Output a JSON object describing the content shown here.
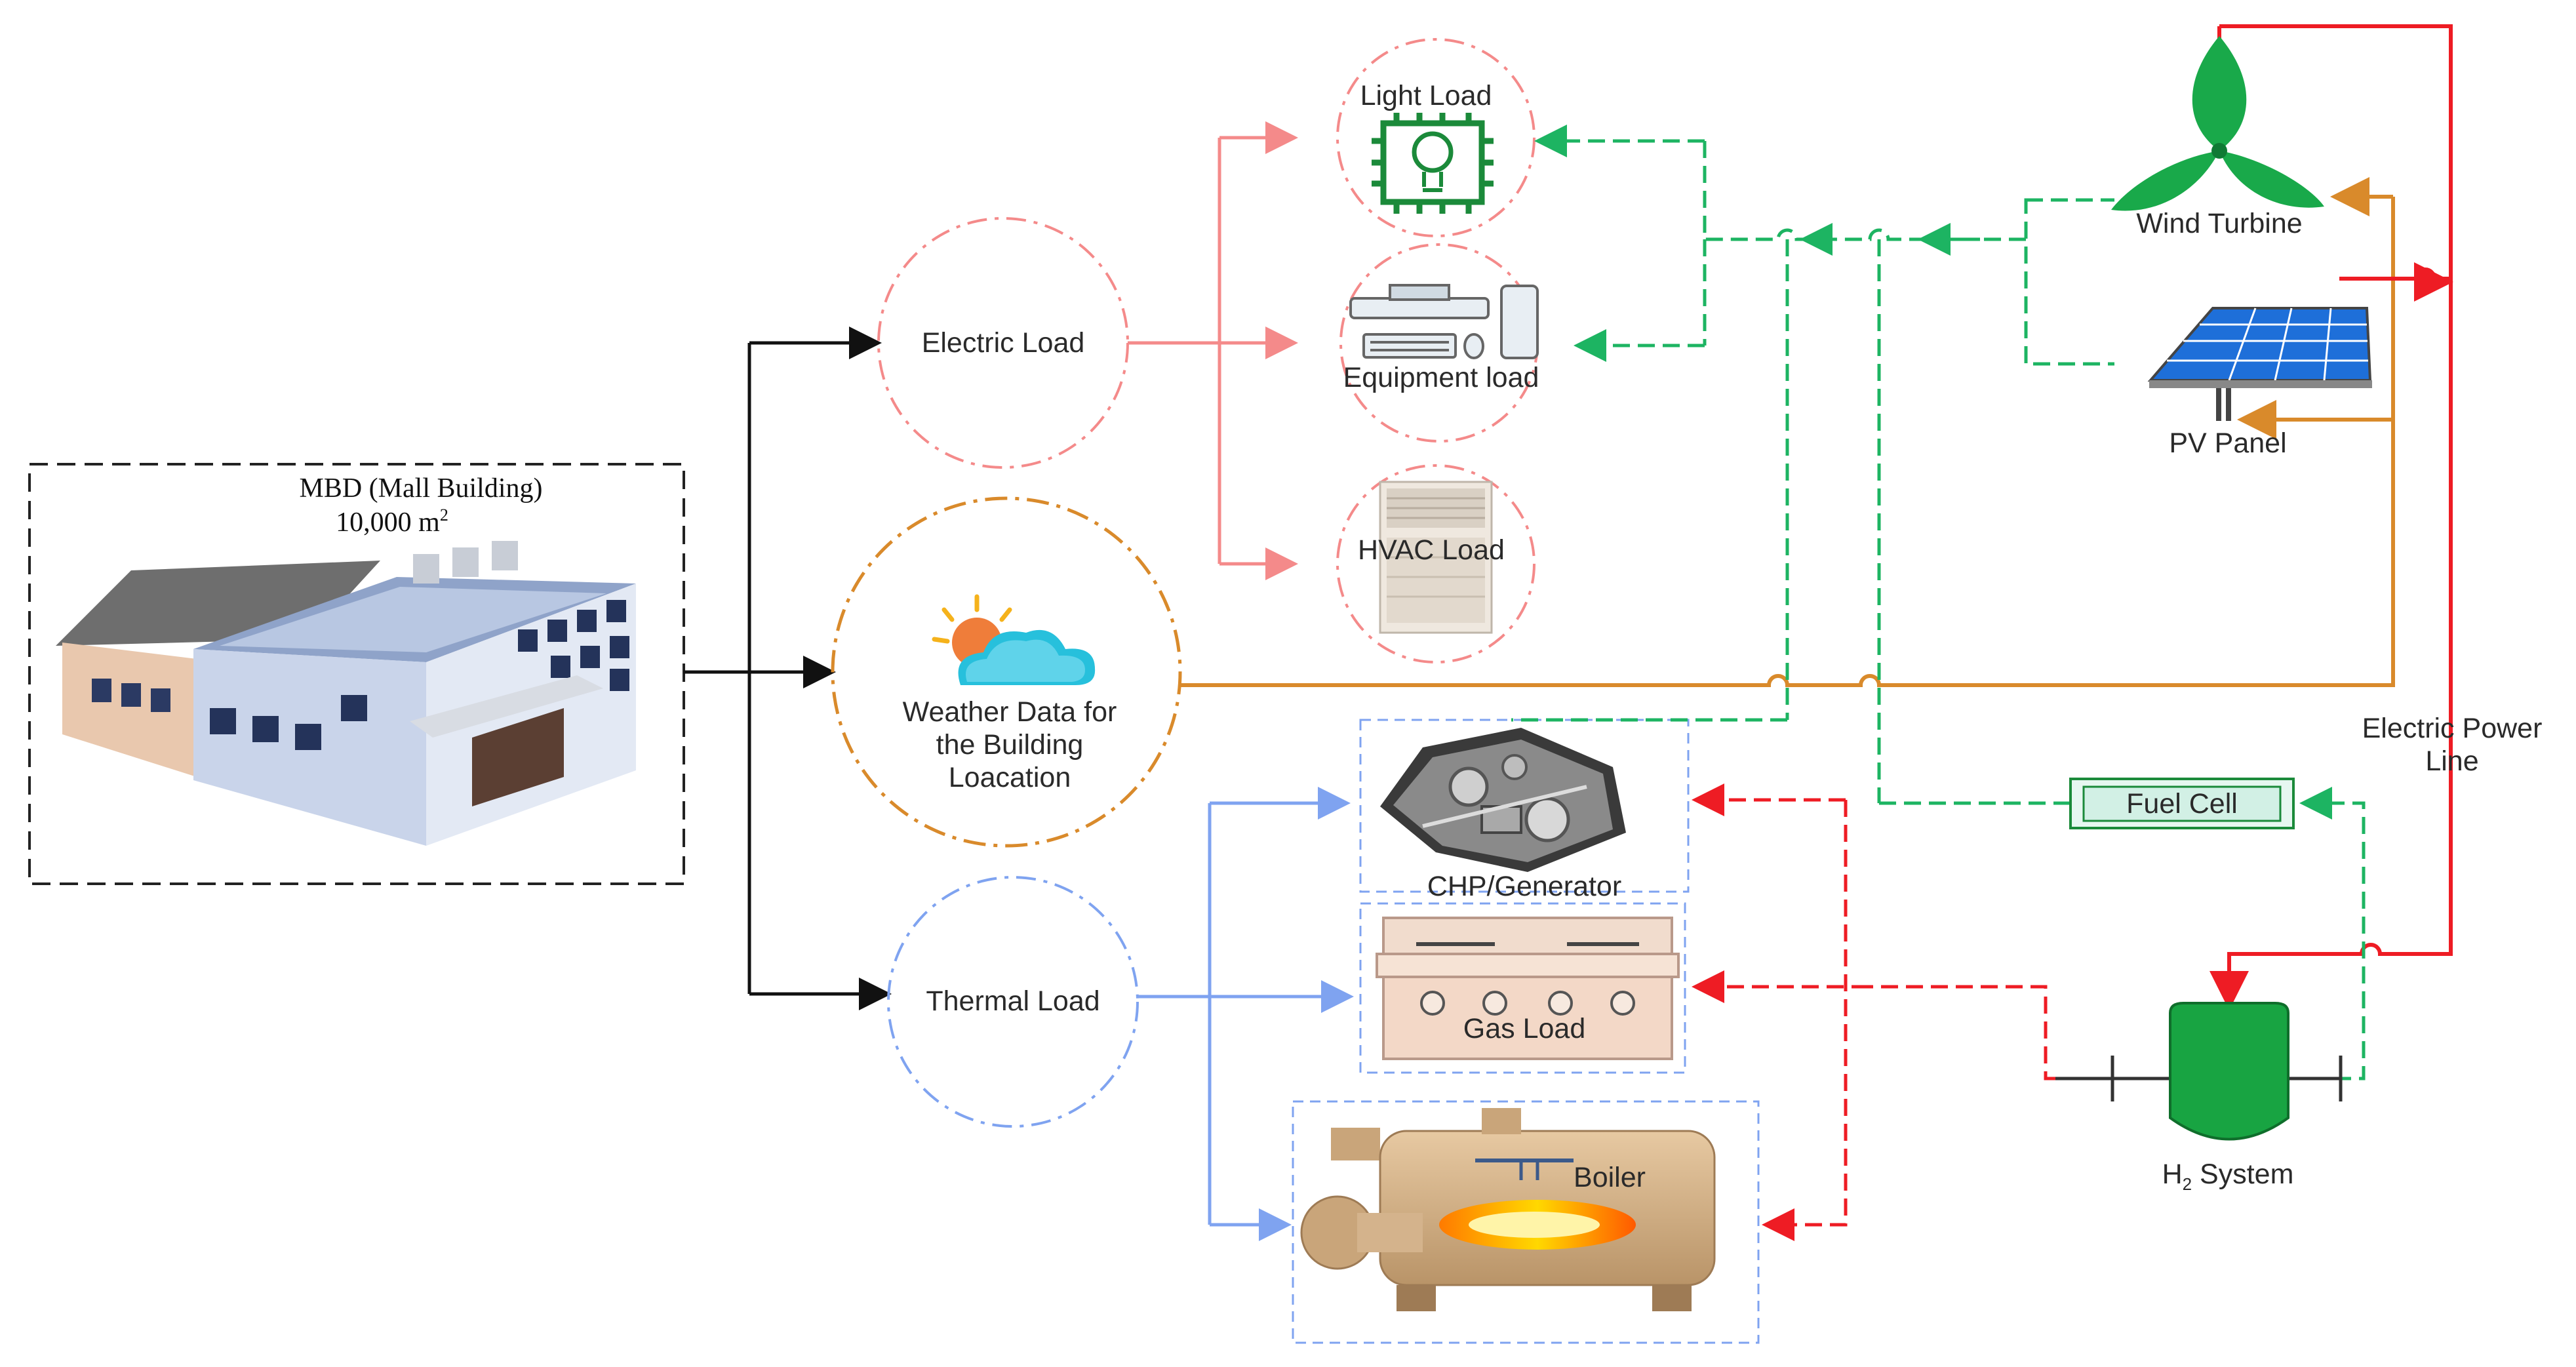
{
  "building": {
    "title": "MBD (Mall Building)",
    "area_number": "10,000 m",
    "area_exponent": "2"
  },
  "loads": {
    "electric": "Electric Load",
    "light": "Light Load",
    "equipment": "Equipment load",
    "hvac": "HVAC Load",
    "thermal": "Thermal Load",
    "chp": "CHP/Generator",
    "gas": "Gas Load",
    "boiler": "Boiler"
  },
  "weather": {
    "line1": "Weather Data for",
    "line2": "the Building",
    "line3": "Loacation"
  },
  "sources": {
    "wind": "Wind Turbine",
    "pv": "PV Panel",
    "fuel_cell": "Fuel Cell",
    "h2_prefix": "H",
    "h2_subscript": "2",
    "h2_suffix": " System"
  },
  "power_line": {
    "line1": "Electric Power",
    "line2": "Line"
  },
  "colors": {
    "black": "#111111",
    "electric": "#f48a8a",
    "thermal": "#7fa3f0",
    "weather": "#d98a2b",
    "green": "#1db462",
    "red": "#ee1c24",
    "icon_green": "#1b8a3a"
  }
}
